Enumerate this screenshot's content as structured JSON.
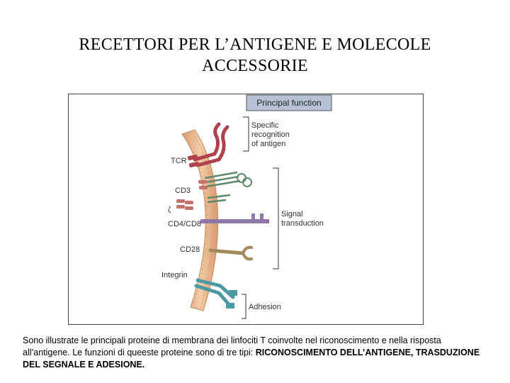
{
  "title": {
    "line1": "RECETTORI PER L’ANTIGENE E MOLECOLE",
    "line2": "ACCESSORIE"
  },
  "diagram": {
    "header": "Principal function",
    "molecules": [
      "TCR",
      "CD3",
      "ζ",
      "CD4/CD8",
      "CD28",
      "Integrin"
    ],
    "functions": {
      "recognition_1": "Specific",
      "recognition_2": "recognition",
      "recognition_3": "of antigen",
      "signal_1": "Signal",
      "signal_2": "transduction",
      "adhesion": "Adhesion"
    },
    "colors": {
      "membrane": "#e9b98f",
      "tcr": "#b0424e",
      "cd3": "#5e8a6b",
      "zeta": "#c4716a",
      "cd4_cd8": "#8e78a8",
      "cd28": "#a48a5a",
      "integrin": "#4b9aa3",
      "header_bg": "#b7c2d6"
    }
  },
  "caption": {
    "text": "Sono illustrate le principali proteine di membrana dei linfociti T coinvolte nel riconoscimento e nella risposta all’antigene. Le funzioni di queeste proteine sono di tre tipi: ",
    "bold": "RICONOSCIMENTO DELL’ANTIGENE, TRASDUZIONE DEL SEGNALE E ADESIONE."
  }
}
